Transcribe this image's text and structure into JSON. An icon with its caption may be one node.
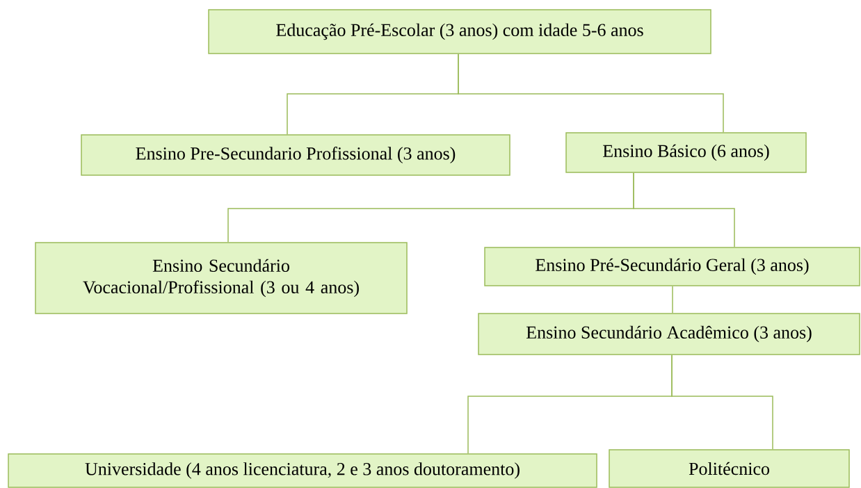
{
  "diagram": {
    "nodes": [
      {
        "text": [
          "Educação Pré-Escolar (3 anos) com idade 5-6 anos"
        ]
      },
      {
        "text": [
          "Ensino Pre-Secundario Profissional (3 anos)"
        ]
      },
      {
        "text": [
          "Ensino Básico (6 anos)"
        ]
      },
      {
        "text": [
          "Ensino Secundário Vocacional/Profissional (3 ou 4 anos)"
        ]
      },
      {
        "text": [
          "Ensino Pré-Secundário Geral (3 anos)"
        ]
      },
      {
        "text": [
          "Ensino Secundário Acadêmico (3 anos)"
        ]
      },
      {
        "text": [
          "Universidade (4 anos licenciatura, 2 e 3 anos doutoramento)"
        ]
      },
      {
        "text": [
          "Politécnico"
        ]
      }
    ],
    "edges": [
      {
        "from": 0,
        "to": 1,
        "arrow": "none"
      },
      {
        "from": 0,
        "to": 2,
        "arrow": "none"
      },
      {
        "from": 2,
        "to": 3,
        "arrow": "none"
      },
      {
        "from": 2,
        "to": 4,
        "arrow": "none"
      },
      {
        "from": 4,
        "to": 5,
        "arrow": "none"
      },
      {
        "from": 5,
        "to": 6,
        "arrow": "none"
      },
      {
        "from": 5,
        "to": 7,
        "arrow": "none"
      }
    ]
  }
}
